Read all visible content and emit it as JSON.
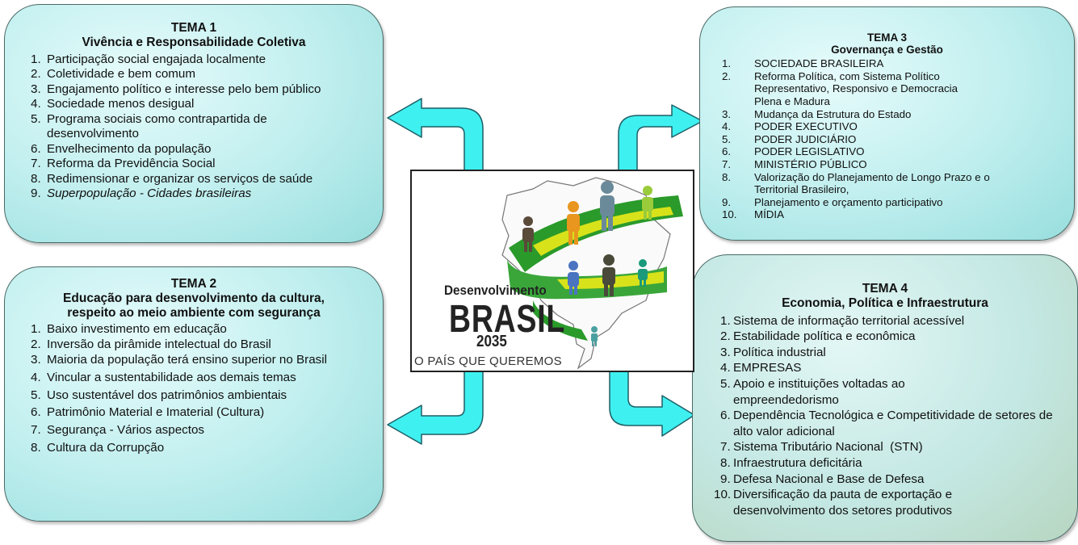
{
  "tema1": {
    "label": "TEMA 1",
    "title": "Vivência e Responsabilidade Coletiva",
    "items": [
      {
        "n": "1.",
        "t": "Participação social engajada localmente"
      },
      {
        "n": "2.",
        "t": "Coletividade e bem comum"
      },
      {
        "n": "3.",
        "t": "Engajamento político e interesse pelo bem público"
      },
      {
        "n": "4.",
        "t": "Sociedade menos desigual"
      },
      {
        "n": "5.",
        "t": "Programa sociais como contrapartida de desenvolvimento"
      },
      {
        "n": "6.",
        "t": "Envelhecimento da população"
      },
      {
        "n": "7.",
        "t": "Reforma da Previdência Social"
      },
      {
        "n": "8.",
        "t": "Redimensionar e organizar os serviços de saúde"
      },
      {
        "n": "9.",
        "t": "Superpopulação - Cidades brasileiras"
      }
    ]
  },
  "tema2": {
    "label": "TEMA 2",
    "title_line1": "Educação para desenvolvimento da cultura,",
    "title_line2": "respeito ao meio ambiente com segurança",
    "items": [
      {
        "n": "1.",
        "t": "Baixo investimento em educação"
      },
      {
        "n": "2.",
        "t": "Inversão da pirâmide intelectual do Brasil"
      },
      {
        "n": "3.",
        "t": "Maioria da população terá ensino superior no Brasil"
      },
      {
        "n": "4.",
        "t": "Vincular a sustentabilidade aos demais temas"
      },
      {
        "n": "5.",
        "t": "Uso sustentável dos patrimônios ambientais"
      },
      {
        "n": "6.",
        "t": "Patrimônio Material e Imaterial (Cultura)"
      },
      {
        "n": "7.",
        "t": "Segurança - Vários aspectos"
      },
      {
        "n": "8.",
        "t": "Cultura da Corrupção"
      }
    ]
  },
  "tema3": {
    "label": "TEMA 3",
    "title": "Governança e Gestão",
    "items": [
      {
        "n": "1.",
        "t": "SOCIEDADE BRASILEIRA"
      },
      {
        "n": "2.",
        "t": "Reforma Política, com Sistema Político Representativo, Responsivo e Democracia Plena e Madura"
      },
      {
        "n": "3.",
        "t": "Mudança da Estrutura do Estado"
      },
      {
        "n": "4.",
        "t": "PODER EXECUTIVO"
      },
      {
        "n": "5.",
        "t": "PODER JUDICIÁRIO"
      },
      {
        "n": "6.",
        "t": "PODER LEGISLATIVO"
      },
      {
        "n": "7.",
        "t": "MINISTÉRIO PÚBLICO"
      },
      {
        "n": "8.",
        "t": "Valorização do Planejamento de Longo Prazo e o Territorial Brasileiro,"
      },
      {
        "n": "9.",
        "t": "Planejamento e orçamento participativo"
      },
      {
        "n": "10.",
        "t": "MÍDIA"
      }
    ]
  },
  "tema4": {
    "label": "TEMA 4",
    "title": "Economia, Política e Infraestrutura",
    "items": [
      {
        "n": "1.",
        "t": "Sistema de informação territorial acessível"
      },
      {
        "n": "2.",
        "t": "Estabilidade política e econômica"
      },
      {
        "n": "3.",
        "t": "Política industrial"
      },
      {
        "n": "4.",
        "t": "EMPRESAS"
      },
      {
        "n": "5.",
        "t": "Apoio e instituições voltadas ao empreendedorismo"
      },
      {
        "n": "6.",
        "t": "Dependência Tecnológica e Competitividade de setores de alto valor adicional"
      },
      {
        "n": "7.",
        "t": "Sistema Tributário Nacional  (STN)"
      },
      {
        "n": "8.",
        "t": "Infraestrutura deficitária"
      },
      {
        "n": "9.",
        "t": "Defesa Nacional e Base de Defesa"
      },
      {
        "n": "10.",
        "t": "Diversificação da pauta de exportação e desenvolvimento dos setores produtivos"
      }
    ]
  },
  "center": {
    "line1": "Desenvolvimento",
    "line2": "BRASIL",
    "line3": "2035",
    "tagline": "O PAÍS QUE QUEREMOS"
  },
  "colors": {
    "arrow": "#3ff0f0",
    "arrow_stroke": "#1d5f66",
    "ribbon_green": "#2a9a2a",
    "ribbon_yellow": "#d8e21a"
  }
}
